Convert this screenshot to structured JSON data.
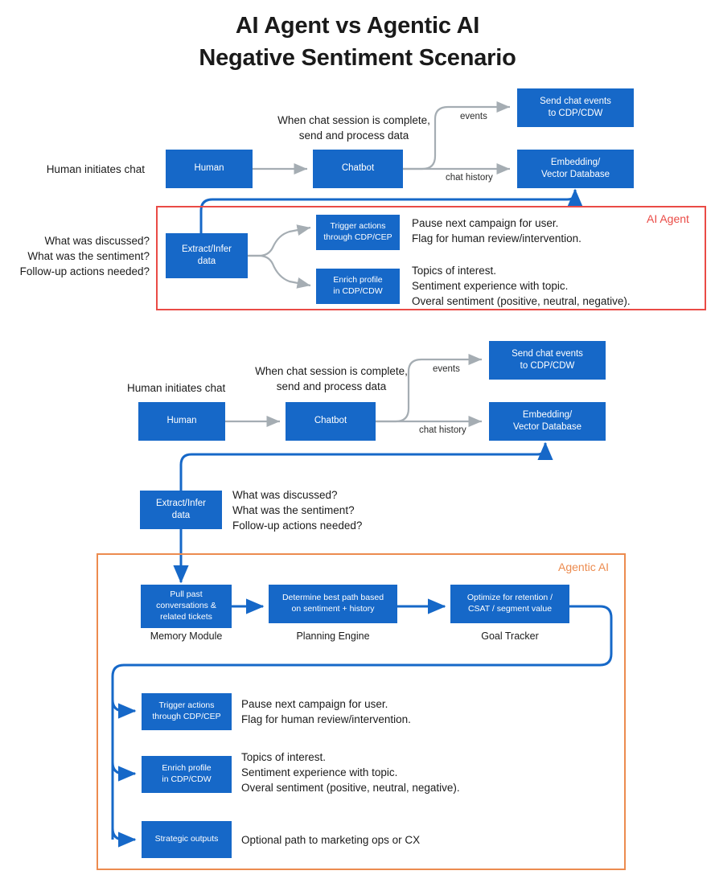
{
  "title": {
    "line1": "AI Agent vs Agentic AI",
    "line2": "Negative Sentiment Scenario"
  },
  "colors": {
    "node_blue": "#1668c8",
    "arrow_gray": "#a5adb3",
    "arrow_blue": "#1668c8",
    "ai_agent_border": "#ea4b46",
    "agentic_ai_border": "#ec8b4f",
    "text": "#1b1b1b",
    "background": "#ffffff"
  },
  "ai_agent_section": {
    "group_title": "AI Agent",
    "human_note": "Human initiates chat",
    "chat_note": "When chat session is complete,\nsend and process data",
    "nodes": {
      "human": "Human",
      "chatbot": "Chatbot",
      "send_chat_events": "Send chat events\nto CDP/CDW",
      "embedding": "Embedding/\nVector Database",
      "extract_infer": "Extract/Infer\ndata",
      "trigger_actions": "Trigger actions\nthrough CDP/CEP",
      "enrich_profile": "Enrich profile\nin CDP/CDW"
    },
    "edge_labels": {
      "events": "events",
      "chat_history": "chat history"
    },
    "questions": "What was discussed?\nWhat was the sentiment?\nFollow-up actions needed?",
    "trigger_outputs": "Pause next campaign for user.\nFlag for human review/intervention.",
    "enrich_outputs": "Topics of interest.\nSentiment experience with topic.\nOveral sentiment (positive, neutral, negative)."
  },
  "agentic_ai_section": {
    "group_title": "Agentic AI",
    "human_note": "Human initiates chat",
    "chat_note": "When chat session is complete,\nsend and process data",
    "nodes": {
      "human": "Human",
      "chatbot": "Chatbot",
      "send_chat_events": "Send chat events\nto CDP/CDW",
      "embedding": "Embedding/\nVector Database",
      "extract_infer": "Extract/Infer\ndata",
      "memory": "Pull past\nconversations &\nrelated tickets",
      "planning": "Determine best path based\non sentiment + history",
      "goal": "Optimize for retention /\nCSAT / segment value",
      "trigger_actions": "Trigger actions\nthrough CDP/CEP",
      "enrich_profile": "Enrich profile\nin CDP/CDW",
      "strategic_outputs": "Strategic outputs"
    },
    "captions": {
      "memory": "Memory Module",
      "planning": "Planning Engine",
      "goal": "Goal Tracker"
    },
    "edge_labels": {
      "events": "events",
      "chat_history": "chat history"
    },
    "questions": "What was discussed?\nWhat was the sentiment?\nFollow-up actions needed?",
    "trigger_outputs": "Pause next campaign for user.\nFlag for human review/intervention.",
    "enrich_outputs": "Topics of interest.\nSentiment experience with topic.\nOveral sentiment (positive, neutral, negative).",
    "strategic_outputs_text": "Optional path to marketing ops or CX"
  }
}
